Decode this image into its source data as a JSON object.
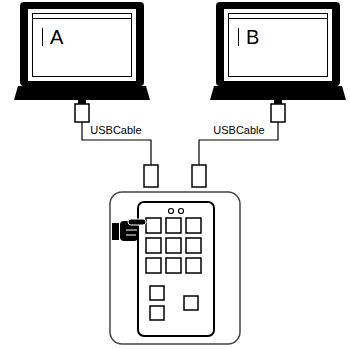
{
  "diagram": {
    "nodes": [
      {
        "text": [
          "A"
        ]
      },
      {
        "text": [
          "B"
        ]
      }
    ],
    "labels": [
      "USBCable",
      "USBCable"
    ]
  }
}
